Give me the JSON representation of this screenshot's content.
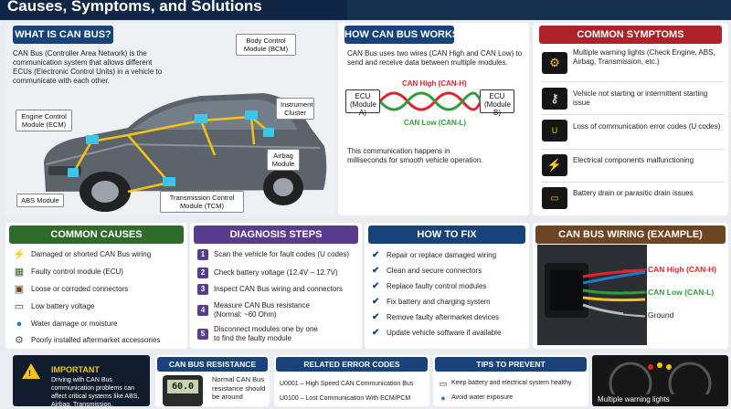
{
  "page": {
    "title": "Causes, Symptoms, and Solutions"
  },
  "what": {
    "header": "WHAT IS CAN BUS?",
    "body": "CAN Bus (Controller Area Network) is the communication system that allows different ECUs (Electronic Control Units) in a vehicle to communicate with each other.",
    "labels": {
      "bcm": "Body Control Module (BCM)",
      "ecm": "Engine Control Module (ECM)",
      "ic": "Instrument Cluster",
      "airbag": "Airbag Module",
      "abs": "ABS Module",
      "tcm": "Transmission Control Module (TCM)"
    }
  },
  "how": {
    "header": "HOW CAN BUS WORKS",
    "body": "CAN Bus uses two wires (CAN High and CAN Low) to send and receive data between multiple modules.",
    "ecu_a": "ECU (Module A)",
    "ecu_b": "ECU (Module B)",
    "high": "CAN High (CAN-H)",
    "low": "CAN Low (CAN-L)",
    "footer": "This communication happens in milliseconds for smooth vehicle operation."
  },
  "symptoms": {
    "header": "COMMON SYMPTOMS",
    "items": [
      {
        "icon": "engine-warning-icon",
        "text": "Multiple warning lights (Check Engine, ABS, Airbag, Transmission, etc.)"
      },
      {
        "icon": "key-icon",
        "text": "Vehicle not starting or intermittent starting issue"
      },
      {
        "icon": "error-code-icon",
        "text": "Loss of communication error codes (U codes)"
      },
      {
        "icon": "lightning-icon",
        "text": "Electrical components malfunctioning"
      },
      {
        "icon": "battery-icon",
        "text": "Battery drain or parasitic drain issues"
      }
    ]
  },
  "causes": {
    "header": "COMMON CAUSES",
    "items": [
      {
        "icon": "broken-wire-icon",
        "text": "Damaged or shorted CAN Bus wiring"
      },
      {
        "icon": "ecu-icon",
        "text": "Faulty control module (ECU)"
      },
      {
        "icon": "connector-icon",
        "text": "Loose or corroded connectors"
      },
      {
        "icon": "battery-icon",
        "text": "Low battery voltage"
      },
      {
        "icon": "water-drop-icon",
        "text": "Water damage or moisture"
      },
      {
        "icon": "gear-icon",
        "text": "Poorly installed aftermarket accessories"
      }
    ]
  },
  "diagnosis": {
    "header": "DIAGNOSIS STEPS",
    "steps": [
      {
        "n": "1",
        "text": "Scan the vehicle for fault codes (U codes)"
      },
      {
        "n": "2",
        "text": "Check battery voltage (12.4V – 12.7V)"
      },
      {
        "n": "3",
        "text": "Inspect CAN Bus wiring and connectors"
      },
      {
        "n": "4",
        "text": "Measure CAN Bus resistance (Normal: ~60 Ohm)"
      },
      {
        "n": "5",
        "text": "Disconnect modules one by one to find the faulty module"
      }
    ]
  },
  "fix": {
    "header": "HOW TO FIX",
    "items": [
      "Repair or replace damaged wiring",
      "Clean and secure connectors",
      "Replace faulty control modules",
      "Fix battery and charging system",
      "Remove faulty aftermarket devices",
      "Update vehicle software if available"
    ]
  },
  "wiring": {
    "header": "CAN BUS WIRING (EXAMPLE)",
    "high": "CAN High (CAN-H)",
    "low": "CAN Low (CAN-L)",
    "ground": "Ground"
  },
  "important": {
    "title": "IMPORTANT",
    "body": "Driving with CAN Bus communication problems can affect critical systems like ABS, Airbag, Transmission,"
  },
  "resistance": {
    "header": "CAN BUS RESISTANCE",
    "reading": "60.0",
    "body": "Normal CAN Bus resistance should be around"
  },
  "codes": {
    "header": "RELATED ERROR CODES",
    "items": [
      "U0001 – High Speed CAN Communication Bus",
      "U0100 – Lost Communication With ECM/PCM"
    ]
  },
  "tips": {
    "header": "TIPS TO PREVENT",
    "items": [
      {
        "icon": "battery-icon",
        "text": "Keep battery and electrical system healthy"
      },
      {
        "icon": "water-drop-icon",
        "text": "Avoid water exposure"
      }
    ]
  },
  "dash": {
    "caption": "Multiple warning lights"
  },
  "colors": {
    "navy": "#17437a",
    "green": "#2f6b2a",
    "purple": "#5a3c8e",
    "brown": "#6d4522",
    "red": "#b0222a",
    "yellow": "#f3c315",
    "can_high": "#e0242c",
    "can_low": "#2e9e3a"
  }
}
